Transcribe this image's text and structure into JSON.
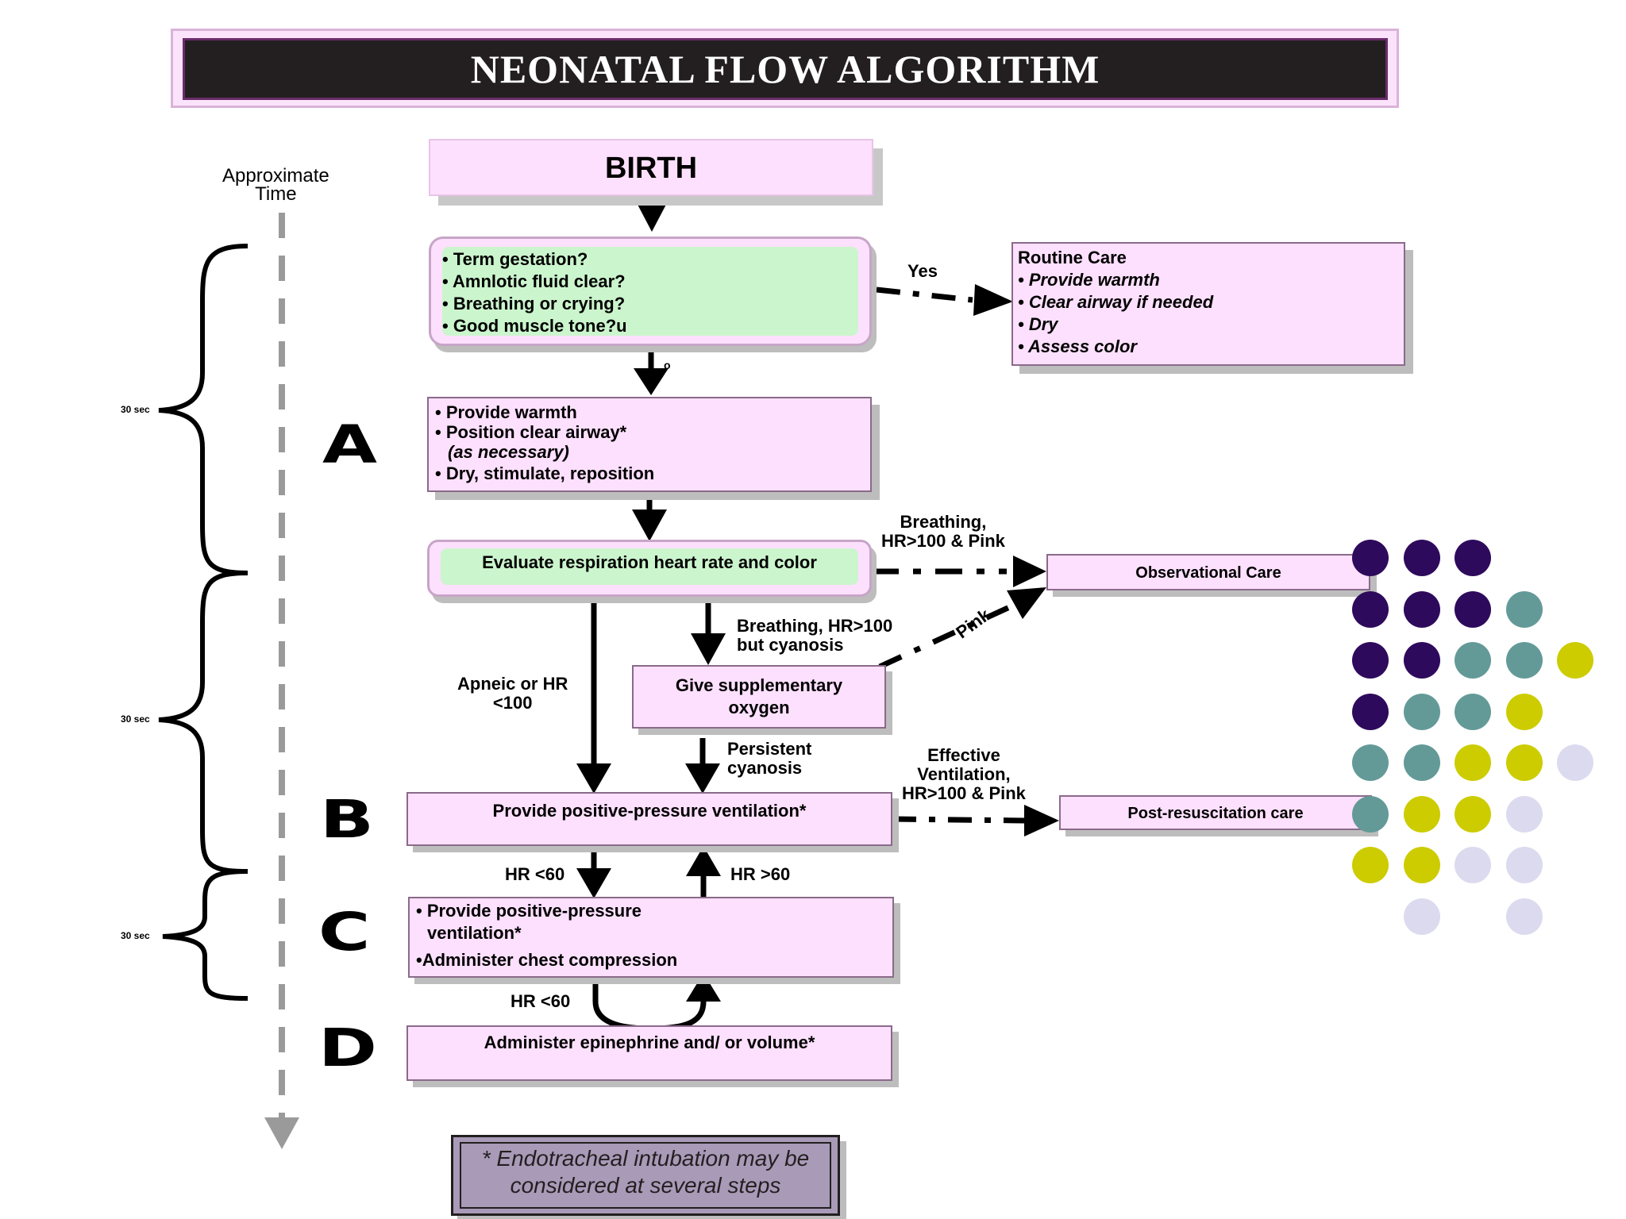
{
  "title": "NEONATAL FLOW ALGORITHM",
  "timeline": {
    "label_line1": "Approximate",
    "label_line2": "Time",
    "seg1": "30 sec",
    "seg2": "30 sec",
    "seg3": "30 sec"
  },
  "letters": {
    "a": "A",
    "b": "B",
    "c": "C",
    "d": "D"
  },
  "birth": "BIRTH",
  "assess": {
    "items": [
      "• Term gestation?",
      "• Amnlotic fluid clear?",
      "• Breathing or crying?",
      "• Good muscle tone?u"
    ],
    "no_label": "o"
  },
  "routine": {
    "title": "Routine Care",
    "items": [
      "• Provide warmth",
      "• Clear airway if needed",
      "• Dry",
      "• Assess color"
    ],
    "yes_label": "Yes"
  },
  "step_a": {
    "items": [
      "• Provide warmth",
      "• Position clear airway*",
      "(as necessary)",
      "• Dry, stimulate, reposition"
    ]
  },
  "evaluate": "Evaluate respiration heart rate and color",
  "observational": {
    "label": "Observational Care",
    "breathing_line1": "Breathing,",
    "breathing_line2": "HR>100 & Pink"
  },
  "oxygen": {
    "line1": "Give supplementary",
    "line2": "oxygen",
    "cond_line1": "Breathing, HR>100",
    "cond_line2": "but cyanosis",
    "pink": "Pink"
  },
  "apneic": {
    "line1": "Apneic or HR",
    "line2": "<100"
  },
  "persistent": {
    "line1": "Persistent",
    "line2": "cyanosis"
  },
  "ppv": "Provide positive-pressure ventilation*",
  "post": {
    "label": "Post-resuscitation care",
    "cond_line1": "Effective",
    "cond_line2": "Ventilation,",
    "cond_line3": "HR>100 & Pink"
  },
  "hr_lt60": "HR <60",
  "hr_gt60": "HR >60",
  "step_c": {
    "line1": "• Provide positive-pressure",
    "line2": "ventilation*",
    "line3": "•Administer chest compression"
  },
  "hr_lt60_b": "HR <60",
  "epi": "Administer epinephrine and/ or volume*",
  "note": {
    "line1": "* Endotracheal intubation may  be",
    "line2": "considered at several steps"
  },
  "colors": {
    "purple": "#2e0a5c",
    "teal": "#639a98",
    "yellow": "#cccc00",
    "lavender": "#dcdaee"
  },
  "dot_grid": [
    [
      "purple",
      "purple",
      "purple",
      "",
      ""
    ],
    [
      "purple",
      "purple",
      "purple",
      "teal",
      ""
    ],
    [
      "purple",
      "purple",
      "teal",
      "teal",
      "yellow"
    ],
    [
      "purple",
      "teal",
      "teal",
      "yellow",
      ""
    ],
    [
      "teal",
      "teal",
      "yellow",
      "yellow",
      "lavender"
    ],
    [
      "teal",
      "yellow",
      "yellow",
      "lavender",
      ""
    ],
    [
      "yellow",
      "yellow",
      "lavender",
      "lavender",
      ""
    ],
    [
      "",
      "lavender",
      "",
      "lavender",
      ""
    ]
  ]
}
